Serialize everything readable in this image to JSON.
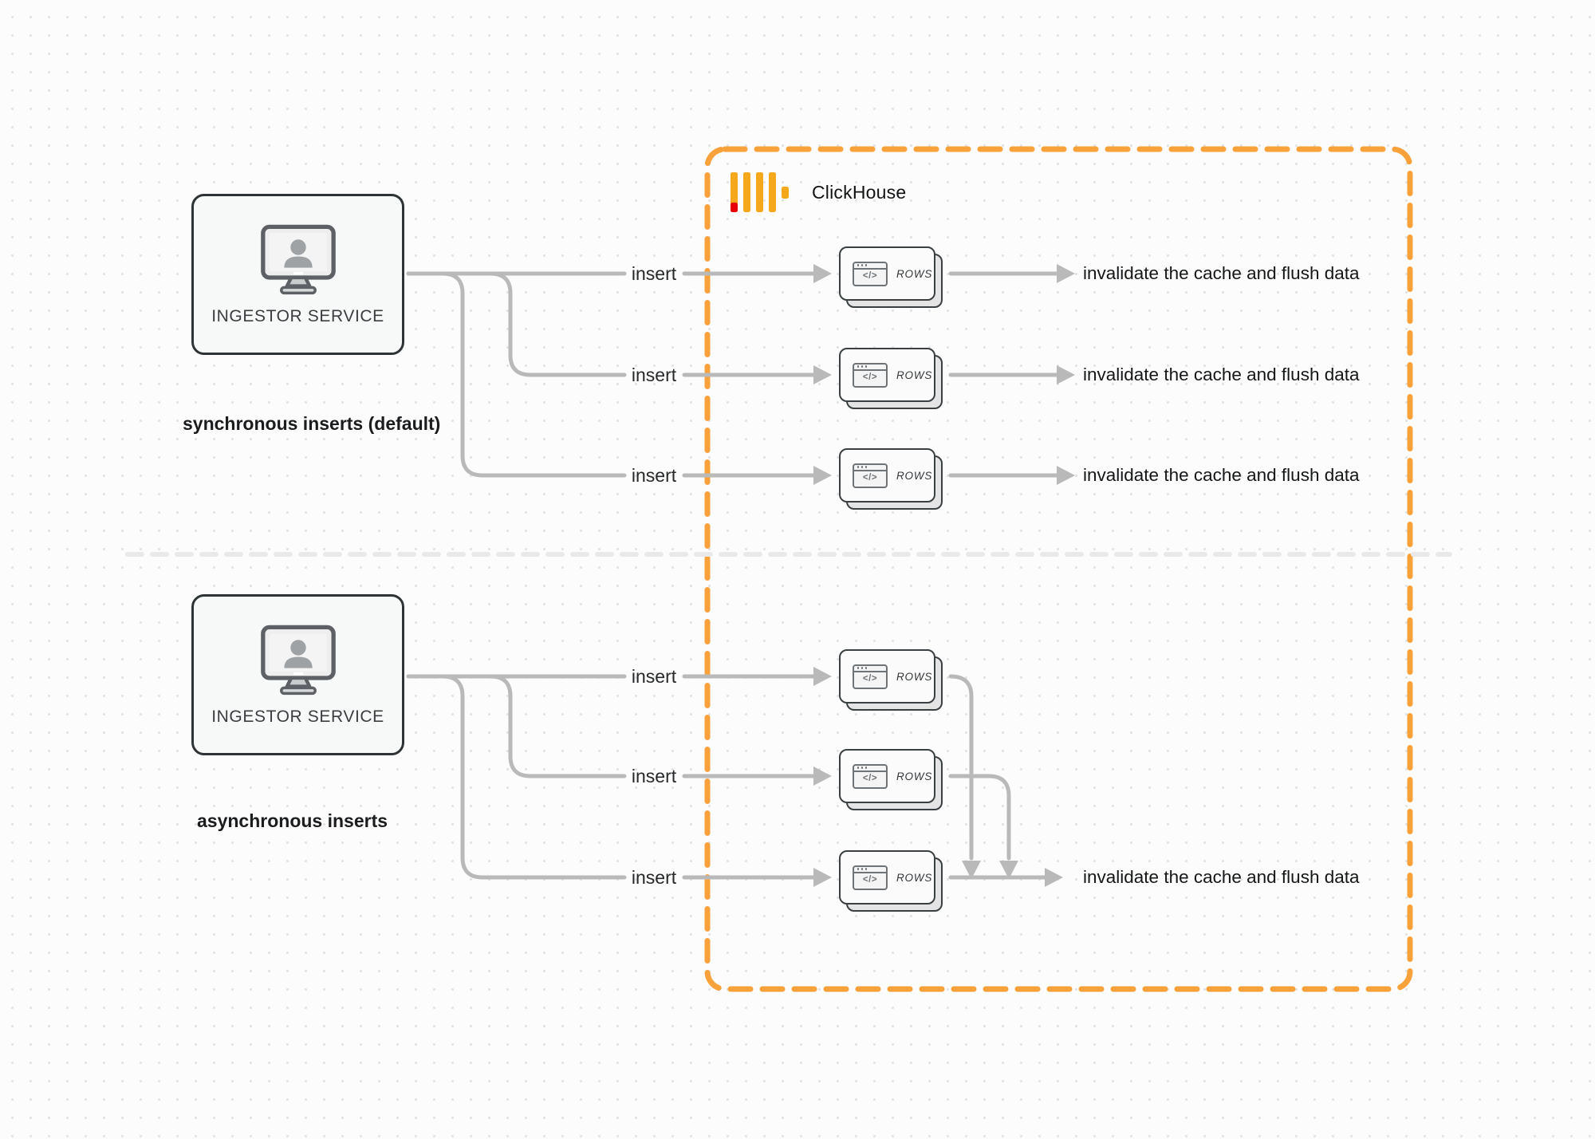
{
  "clickhouse": {
    "label": "ClickHouse"
  },
  "card_icon_glyph": "</>",
  "sections": {
    "sync": {
      "title": "synchronous inserts (default)",
      "service_label": "INGESTOR SERVICE",
      "rows": [
        {
          "insert_label": "insert",
          "card_label": "ROWS",
          "result_label": "invalidate the cache and flush data"
        },
        {
          "insert_label": "insert",
          "card_label": "ROWS",
          "result_label": "invalidate the cache and flush data"
        },
        {
          "insert_label": "insert",
          "card_label": "ROWS",
          "result_label": "invalidate the cache and flush data"
        }
      ]
    },
    "async": {
      "title": "asynchronous inserts",
      "service_label": "INGESTOR SERVICE",
      "rows": [
        {
          "insert_label": "insert",
          "card_label": "ROWS"
        },
        {
          "insert_label": "insert",
          "card_label": "ROWS"
        },
        {
          "insert_label": "insert",
          "card_label": "ROWS"
        }
      ],
      "result_label": "invalidate the cache and flush data"
    }
  },
  "colors": {
    "accent_orange": "#f9a23b",
    "logo_amber": "#f5a81c",
    "logo_red": "#e60000",
    "connector_gray": "#b9b9b9",
    "divider_gray": "#e9e9e9",
    "border_dark": "#2e3336"
  }
}
